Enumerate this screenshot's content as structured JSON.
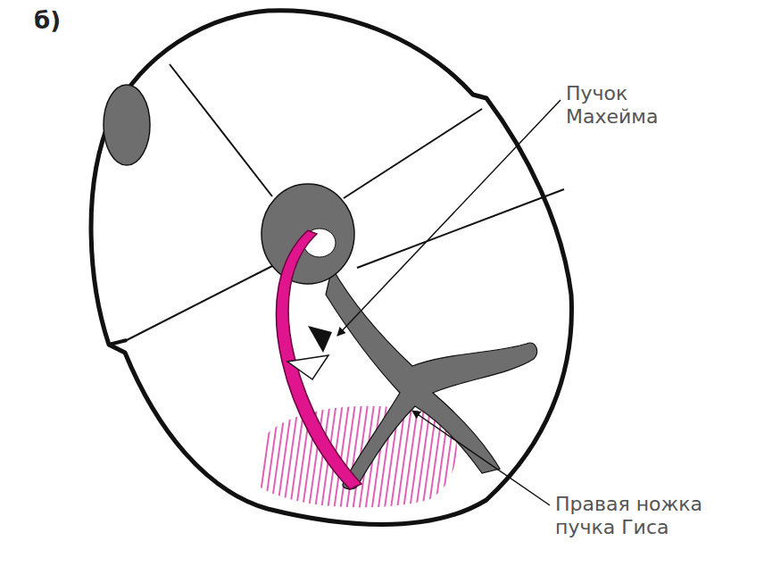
{
  "diagram": {
    "labels": [
      "б)",
      "Пучок Махейма",
      "Правая ножка пучка Гиса"
    ]
  }
}
